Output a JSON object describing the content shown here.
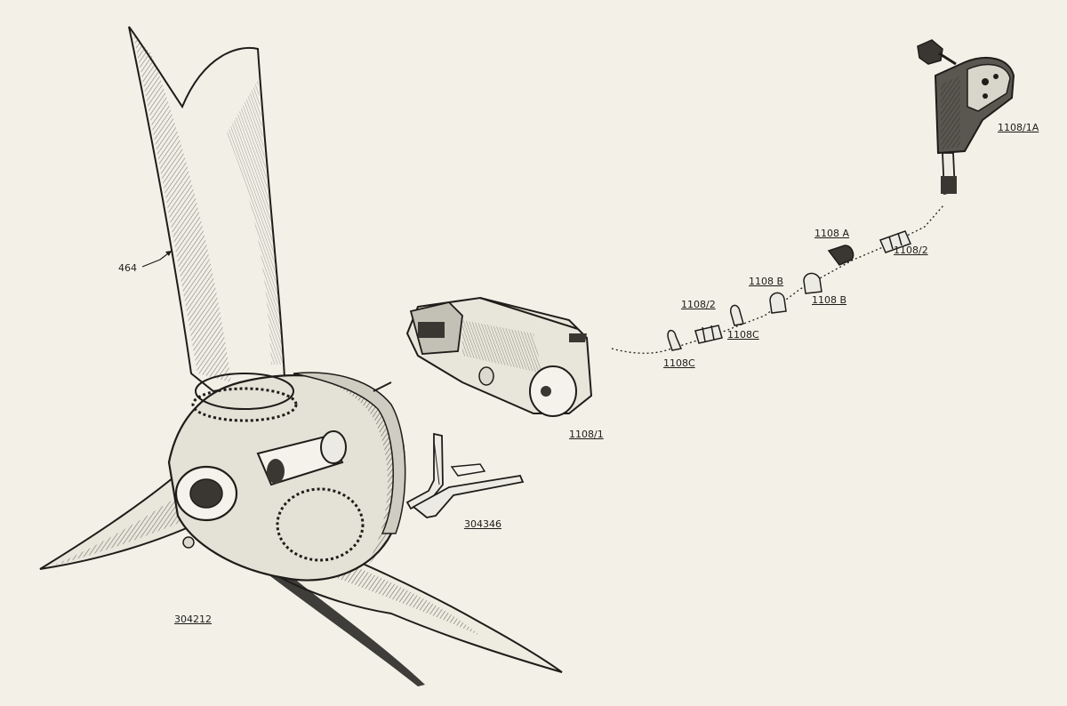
{
  "diagram": {
    "callouts": {
      "blade": "464",
      "hub": "304212",
      "bracket": "304346",
      "motor": "1108/1",
      "control_head": "1108/1A",
      "coupling_upper": "1108/2",
      "coupling_lower": "1108/2",
      "clip_a": "1108 A",
      "clip_b_left": "1108 B",
      "clip_b_right": "1108 B",
      "clip_c_upper": "1108C",
      "clip_c_lower": "1108C"
    }
  }
}
